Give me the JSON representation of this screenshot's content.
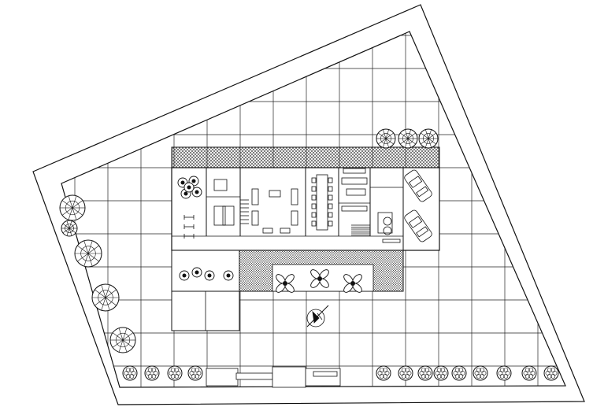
{
  "drawing": {
    "type": "architectural-site-plan",
    "background": "#ffffff",
    "ink": "#111111",
    "hatch_color": "#333333",
    "elements": {
      "boundary_walls": "double-line-polygon",
      "paving_grid": "square-grid",
      "house_footprint": "rectangular-plan",
      "roof_strip": "hatched",
      "terrace": "hatched",
      "cars_in_garage": 2,
      "trees_left_edge": 5,
      "shrubs_bottom_row": 14,
      "planters_on_terrace": 3,
      "north_arrow": true
    }
  }
}
